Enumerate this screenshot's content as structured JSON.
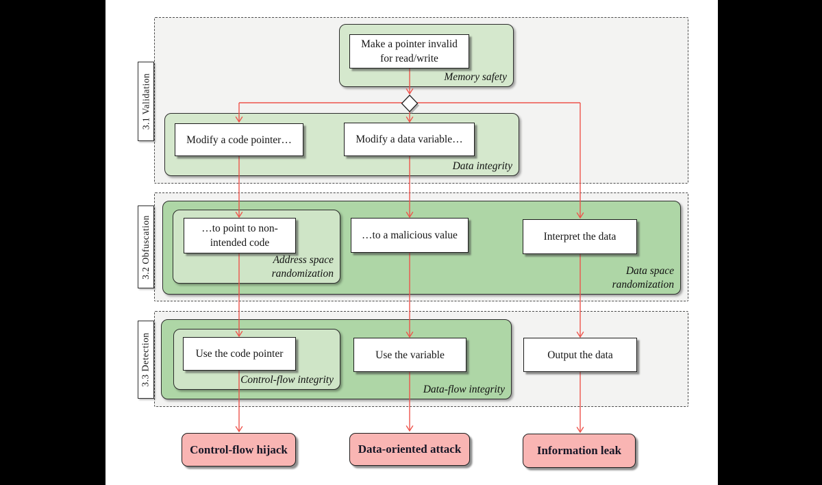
{
  "colors": {
    "arrow_red": "#ee534b",
    "light_green": "#d5e8cd",
    "mid_green": "#aed6a6",
    "inner_green": "#cfe5c7",
    "pink": "#f9b5b3",
    "section_bg": "#f3f3f2"
  },
  "sections": [
    {
      "label": "3.1 Validation"
    },
    {
      "label": "3.2 Obfuscation"
    },
    {
      "label": "3.3 Detection"
    }
  ],
  "groups": {
    "memory_safety": "Memory safety",
    "data_integrity": "Data integrity",
    "address_space": "Address space randomization",
    "data_space": "Data space randomization",
    "control_flow": "Control-flow integrity",
    "data_flow": "Data-flow integrity"
  },
  "steps": {
    "make_pointer": {
      "lines": [
        "Make a pointer invalid",
        "for read/write"
      ]
    },
    "modify_code_pointer": "Modify a code pointer…",
    "modify_data_variable": "Modify a data variable…",
    "point_non_intended": {
      "lines": [
        "…to point to non-",
        "intended code"
      ]
    },
    "malicious_value": "…to a malicious value",
    "interpret_data": "Interpret the data",
    "use_code_pointer": "Use the code pointer",
    "use_variable": "Use the variable",
    "output_data": "Output the data"
  },
  "attacks": {
    "control_flow_hijack": "Control-flow hijack",
    "data_oriented_attack": "Data-oriented attack",
    "information_leak": "Information leak"
  }
}
